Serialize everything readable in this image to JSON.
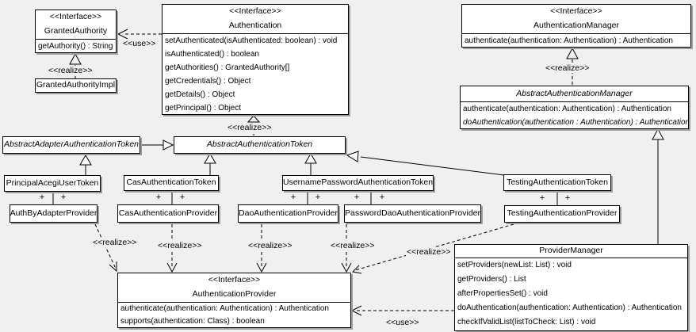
{
  "diagram": {
    "classes": {
      "granted_authority": {
        "stereotype": "<<Interface>>",
        "name": "GrantedAuthority",
        "methods": [
          "getAuthority() : String"
        ]
      },
      "granted_authority_impl": {
        "name": "GrantedAuthorityImpl"
      },
      "authentication": {
        "stereotype": "<<Interface>>",
        "name": "Authentication",
        "methods": [
          "setAuthenticated(isAuthenticated: boolean) : void",
          "isAuthenticated() : boolean",
          "getAuthorities() : GrantedAuthority[]",
          "getCredentials() : Object",
          "getDetails() : Object",
          "getPrincipal() : Object"
        ]
      },
      "authentication_manager": {
        "stereotype": "<<Interface>>",
        "name": "AuthenticationManager",
        "methods": [
          "authenticate(authentication: Authentication) : Authentication"
        ]
      },
      "abstract_authentication_manager": {
        "name": "AbstractAuthenticationManager",
        "methods": [
          "authenticate(authentication: Authentication) : Authentication",
          "doAuthentication(authentication : Authentication) : Authentication"
        ]
      },
      "abstract_adapter_authentication_token": {
        "name": "AbstractAdapterAuthenticationToken"
      },
      "abstract_authentication_token": {
        "name": "AbstractAuthenticationToken"
      },
      "principal_acegi_user_token": {
        "name": "PrincipalAcegiUserToken"
      },
      "cas_authentication_token": {
        "name": "CasAuthenticationToken"
      },
      "username_password_authentication_token": {
        "name": "UsernamePasswordAuthenticationToken"
      },
      "testing_authentication_token": {
        "name": "TestingAuthenticationToken"
      },
      "auth_by_adapter_provider": {
        "name": "AuthByAdapterProvider"
      },
      "cas_authentication_provider": {
        "name": "CasAuthenticationProvider"
      },
      "dao_authentication_provider": {
        "name": "DaoAuthenticationProvider"
      },
      "password_dao_authentication_provider": {
        "name": "PasswordDaoAuthenticationProvider"
      },
      "testing_authentication_provider": {
        "name": "TestingAuthenticationProvider"
      },
      "authentication_provider": {
        "stereotype": "<<Interface>>",
        "name": "AuthenticationProvider",
        "methods": [
          "authenticate(authentication: Authentication) : Authentication",
          "supports(authentication: Class) : boolean"
        ]
      },
      "provider_manager": {
        "name": "ProviderManager",
        "methods": [
          "setProviders(newList: List) : void",
          "getProviders() : List",
          "afterPropertiesSet() : void",
          "doAuthentication(authentication: Authentication) : Authentication",
          "checkIfValidList(listToCheck: List) : void"
        ]
      }
    },
    "edge_labels": {
      "use_granted_authority": "<<use>>",
      "realize_granted_authority": "<<realize>>",
      "realize_abstract_token": "<<realize>>",
      "realize_abstract_manager": "<<realize>>",
      "realize_auth_by_adapter": "<<realize>>",
      "realize_cas": "<<realize>>",
      "realize_dao": "<<realize>>",
      "realize_password_dao": "<<realize>>",
      "realize_testing": "<<realize>>",
      "use_provider_manager": "<<use>>"
    },
    "association_plus": "+",
    "colors": {
      "background": "#f0f0f0",
      "box_fill": "#ffffff",
      "box_border": "#000000",
      "shadow": "#9e9e9e",
      "text": "#000000"
    }
  }
}
